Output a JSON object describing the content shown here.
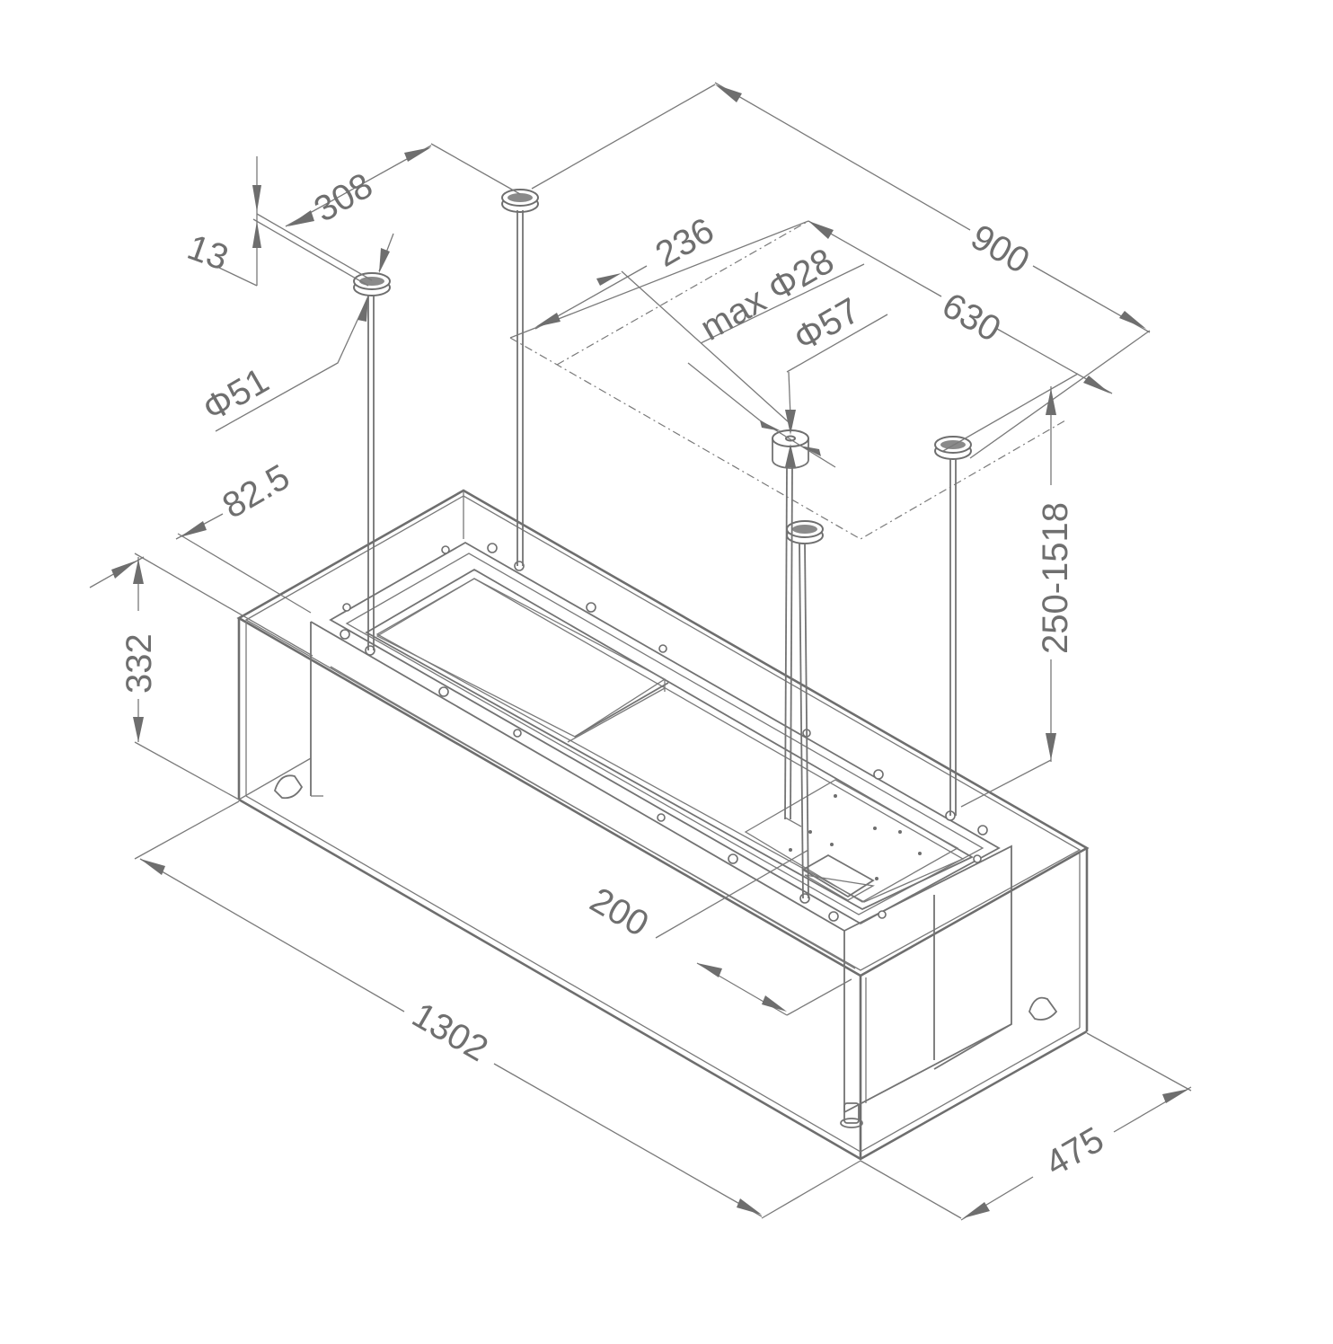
{
  "drawing": {
    "subject": "island range hood with ceiling suspension cables",
    "view": "isometric",
    "line_color": "#6e6e6e",
    "background": "#ffffff"
  },
  "dimensions": {
    "d308": {
      "label": "308",
      "meaning": "distance between ceiling mounts (short side)"
    },
    "d13": {
      "label": "13",
      "meaning": "ceiling mount height"
    },
    "d51": {
      "label": "Φ51",
      "meaning": "ceiling mount diameter"
    },
    "d900": {
      "label": "900",
      "meaning": "distance between ceiling mounts (long side)"
    },
    "d236": {
      "label": "236",
      "meaning": "cable inlet offset"
    },
    "d28": {
      "label": "max Φ28",
      "meaning": "max cable diameter"
    },
    "d57": {
      "label": "Φ57",
      "meaning": "cable inlet diameter"
    },
    "d630": {
      "label": "630",
      "meaning": "cable inlet offset along length"
    },
    "d250_1518": {
      "label": "250-1518",
      "meaning": "suspension height range"
    },
    "d82_5": {
      "label": "82.5",
      "meaning": "mount inset from edge"
    },
    "d332": {
      "label": "332",
      "meaning": "hood height"
    },
    "d200": {
      "label": "200",
      "meaning": "cable offset from edge"
    },
    "d1302": {
      "label": "1302",
      "meaning": "hood length"
    },
    "d475": {
      "label": "475",
      "meaning": "hood depth"
    }
  }
}
